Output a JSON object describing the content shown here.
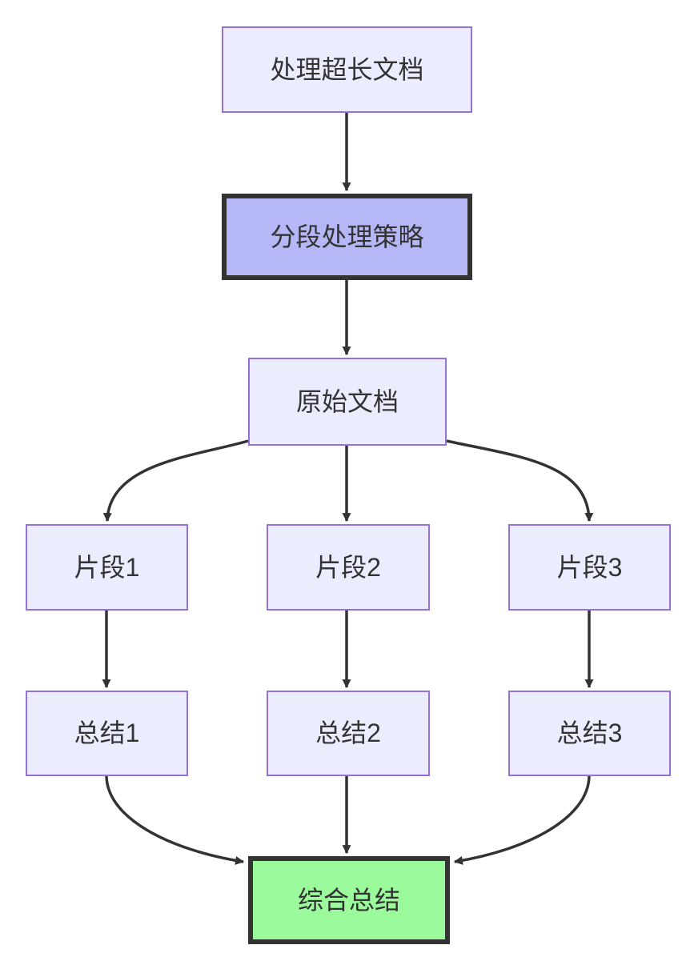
{
  "diagram": {
    "type": "flowchart",
    "direction": "top-down",
    "background_color": "#ffffff",
    "colors": {
      "node_default_fill": "#ECECFF",
      "node_default_border": "#9370DB",
      "node_emphasis_fill": "#b5b7f6",
      "node_emphasis_border": "#333333",
      "node_success_fill": "#9BFA9B",
      "node_success_border": "#333333",
      "edge_color": "#333333",
      "text_color": "#333333"
    },
    "nodes": {
      "handle_long_document": {
        "label": "处理超长文档",
        "style": "default"
      },
      "segmentation_strategy": {
        "label": "分段处理策略",
        "style": "emphasis"
      },
      "original_document": {
        "label": "原始文档",
        "style": "default"
      },
      "fragment_1": {
        "label": "片段1",
        "style": "default"
      },
      "fragment_2": {
        "label": "片段2",
        "style": "default"
      },
      "fragment_3": {
        "label": "片段3",
        "style": "default"
      },
      "summary_1": {
        "label": "总结1",
        "style": "default"
      },
      "summary_2": {
        "label": "总结2",
        "style": "default"
      },
      "summary_3": {
        "label": "总结3",
        "style": "default"
      },
      "final_summary": {
        "label": "综合总结",
        "style": "success"
      }
    },
    "edges": [
      {
        "from": "处理超长文档",
        "to": "分段处理策略"
      },
      {
        "from": "分段处理策略",
        "to": "原始文档"
      },
      {
        "from": "原始文档",
        "to": "片段1"
      },
      {
        "from": "原始文档",
        "to": "片段2"
      },
      {
        "from": "原始文档",
        "to": "片段3"
      },
      {
        "from": "片段1",
        "to": "总结1"
      },
      {
        "from": "片段2",
        "to": "总结2"
      },
      {
        "from": "片段3",
        "to": "总结3"
      },
      {
        "from": "总结1",
        "to": "综合总结"
      },
      {
        "from": "总结2",
        "to": "综合总结"
      },
      {
        "from": "总结3",
        "to": "综合总结"
      }
    ]
  }
}
